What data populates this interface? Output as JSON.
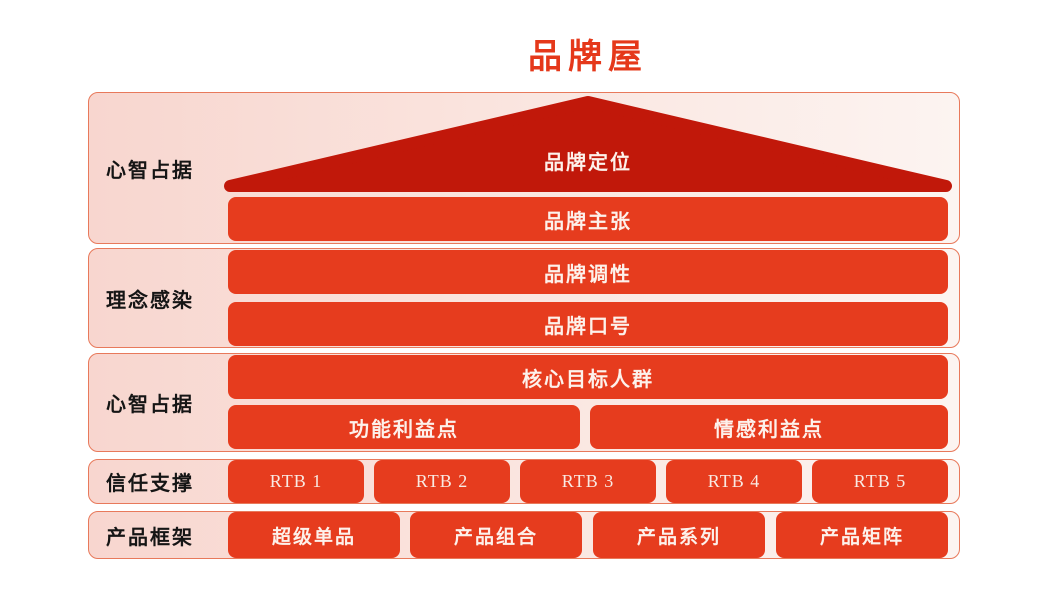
{
  "title": "品牌屋",
  "colors": {
    "accent_red": "#E5381A",
    "roof_red": "#C1180A",
    "bar_red": "#E63C1E",
    "panel_gradient_start": "#F8D6CF",
    "panel_gradient_end": "#FCF4F1",
    "panel_border": "#E8795B",
    "label_text": "#151515",
    "bar_text": "#FDF1EB"
  },
  "sections": [
    {
      "label": "心智占据",
      "roof": "品牌定位",
      "bars": [
        "品牌主张"
      ]
    },
    {
      "label": "理念感染",
      "bars": [
        "品牌调性",
        "品牌口号"
      ]
    },
    {
      "label": "心智占据",
      "bars": [
        "核心目标人群"
      ],
      "split_bars": [
        "功能利益点",
        "情感利益点"
      ]
    },
    {
      "label": "信任支撑",
      "cells": [
        "RTB 1",
        "RTB 2",
        "RTB 3",
        "RTB 4",
        "RTB 5"
      ]
    },
    {
      "label": "产品框架",
      "cells": [
        "超级单品",
        "产品组合",
        "产品系列",
        "产品矩阵"
      ]
    }
  ]
}
